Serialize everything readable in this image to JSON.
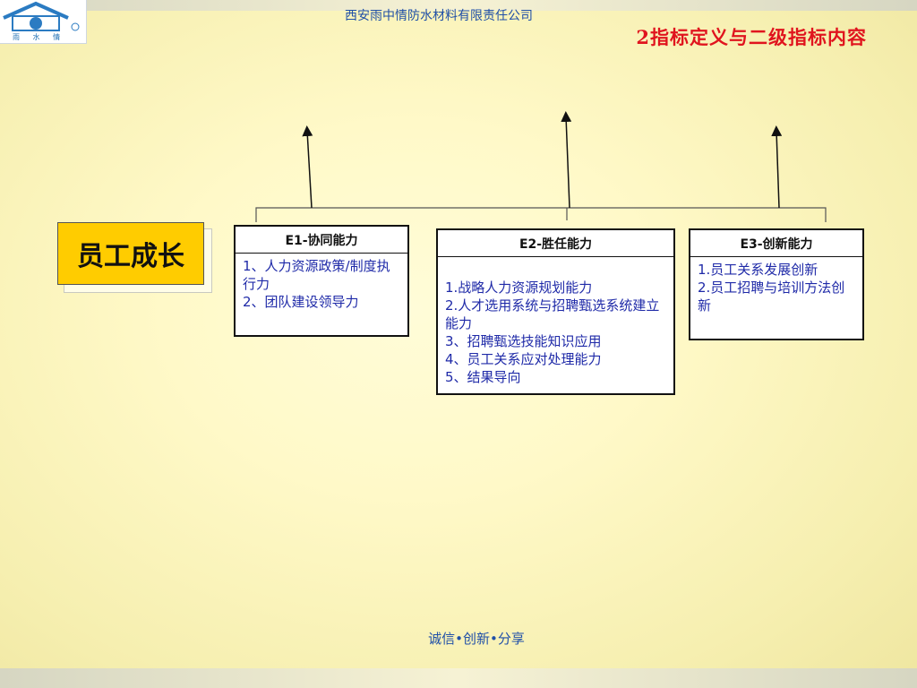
{
  "header": {
    "company": "西安雨中情防水材料有限责任公司",
    "title": "2指标定义与二级指标内容",
    "logo_text": "雨 水 情"
  },
  "colors": {
    "title": "#e0141e",
    "main_box": "#ffcc00",
    "body_text": "#1f2aa8",
    "brand_blue": "#1f6fb3"
  },
  "diagram": {
    "main": "员工成长",
    "cards": [
      {
        "title": "E1-协同能力",
        "lines": [
          "1、人力资源政策/制度执行力",
          "2、团队建设领导力"
        ]
      },
      {
        "title": "E2-胜任能力",
        "lines": [
          "1.战略人力资源规划能力",
          "2.人才选用系统与招聘甄选系统建立能力",
          "3、招聘甄选技能知识应用",
          "4、员工关系应对处理能力",
          "5、结果导向"
        ]
      },
      {
        "title": "E3-创新能力",
        "lines": [
          "1.员工关系发展创新",
          "2.员工招聘与培训方法创新"
        ]
      }
    ]
  },
  "footer": {
    "motto": "诚信•创新•分享"
  }
}
